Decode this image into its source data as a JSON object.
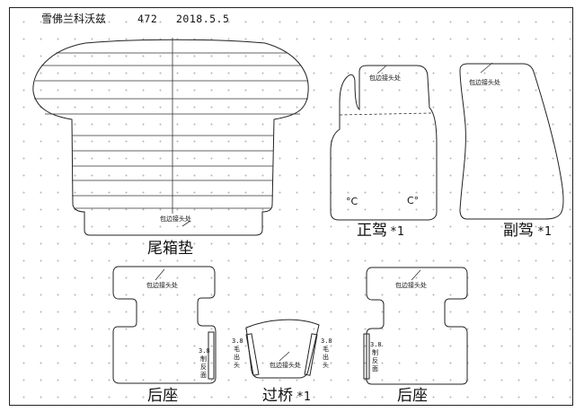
{
  "header": {
    "brand": "雪佛兰科沃兹",
    "model_code": "472",
    "date": "2018.5.5"
  },
  "notes": {
    "seam": "包边接头处"
  },
  "trunk_mat": {
    "label": "尾箱垫"
  },
  "driver_mat": {
    "label": "正驾",
    "qty": "*1",
    "clip_left": "°C",
    "clip_right": "C°"
  },
  "passenger_mat": {
    "label": "副驾",
    "qty": "*1"
  },
  "rear_left_mat": {
    "label": "后座",
    "side_note": [
      "3.8",
      "制",
      "反",
      "面"
    ]
  },
  "bridge_mat": {
    "label": "过桥",
    "qty": "*1",
    "left_note": [
      "3.8",
      "毛",
      "出",
      "头"
    ],
    "right_note": [
      "3.8",
      "毛",
      "出",
      "头"
    ]
  },
  "rear_right_mat": {
    "label": "后座",
    "side_note": [
      "3.8",
      "制",
      "反",
      "面"
    ]
  }
}
